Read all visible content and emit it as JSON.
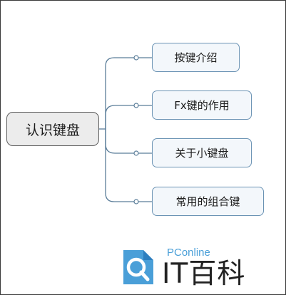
{
  "mindmap": {
    "root": {
      "label": "认识键盘"
    },
    "topics": [
      {
        "label": "按键介绍"
      },
      {
        "label": "Fx键的作用"
      },
      {
        "label": "关于小键盘"
      },
      {
        "label": "常用的组合键"
      }
    ]
  },
  "watermark": {
    "brand_small": "PConline",
    "brand_big": "IT百科"
  },
  "colors": {
    "connector": "#5a7d99",
    "topic_border": "#6b93b4",
    "topic_fill": "#f3f7fb",
    "root_fill": "#ececec",
    "brand_blue": "#4a9fd8"
  }
}
